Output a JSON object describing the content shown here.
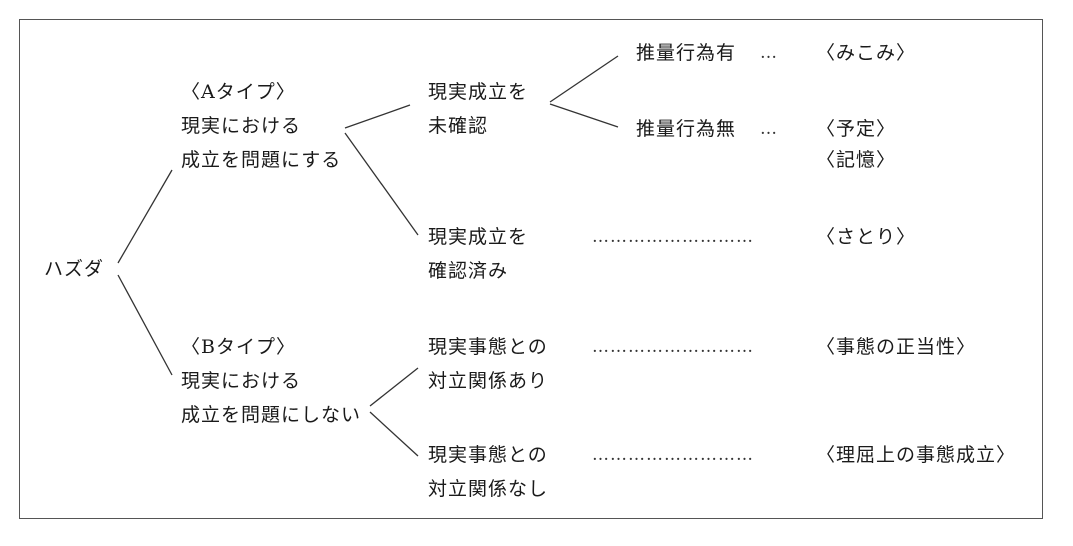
{
  "root": "ハズダ",
  "type_a": {
    "label": "〈Aタイプ〉",
    "desc1": "現実における",
    "desc2": "成立を問題にする",
    "unconfirmed": {
      "line1": "現実成立を",
      "line2": "未確認",
      "with_inference": {
        "label": "推量行為有",
        "dots": "…",
        "result": "〈みこみ〉"
      },
      "without_inference": {
        "label": "推量行為無",
        "dots": "…",
        "result1": "〈予定〉",
        "result2": "〈記憶〉"
      }
    },
    "confirmed": {
      "line1": "現実成立を",
      "line2": "確認済み",
      "dots": "………………………",
      "result": "〈さとり〉"
    }
  },
  "type_b": {
    "label": "〈Bタイプ〉",
    "desc1": "現実における",
    "desc2": "成立を問題にしない",
    "opposed": {
      "line1": "現実事態との",
      "line2": "対立関係あり",
      "dots": "………………………",
      "result": "〈事態の正当性〉"
    },
    "not_opposed": {
      "line1": "現実事態との",
      "line2": "対立関係なし",
      "dots": "………………………",
      "result": "〈理屈上の事態成立〉"
    }
  }
}
